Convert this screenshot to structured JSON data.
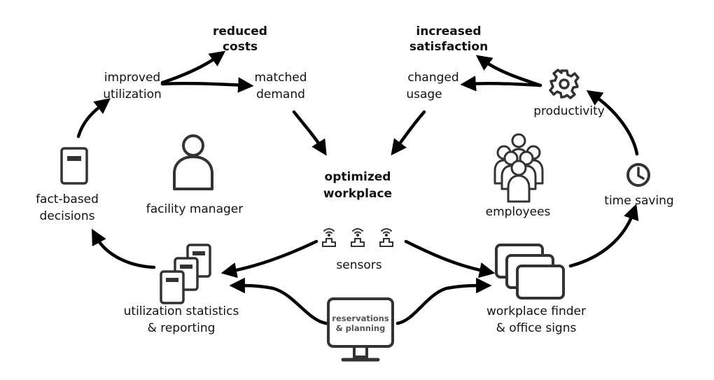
{
  "nodes": {
    "reduced_costs": [
      "reduced",
      "costs"
    ],
    "increased_satisfaction": [
      "increased",
      "satisfaction"
    ],
    "improved_utilization": [
      "improved",
      "utilization"
    ],
    "matched_demand": [
      "matched",
      "demand"
    ],
    "changed_usage": [
      "changed",
      "usage"
    ],
    "productivity": "productivity",
    "fact_based_decisions": [
      "fact-based",
      "decisions"
    ],
    "facility_manager": "facility manager",
    "optimized_workplace": [
      "optimized",
      "workplace"
    ],
    "employees": "employees",
    "time_saving": "time saving",
    "sensors": "sensors",
    "utilization_statistics": [
      "utilization statistics",
      "& reporting"
    ],
    "reservations_planning": [
      "reservations",
      "& planning"
    ],
    "workplace_finder": [
      "workplace finder",
      "& office signs"
    ]
  },
  "icons": {
    "facility_manager": "person-icon",
    "employees": "group-icon",
    "productivity": "gear-icon",
    "time_saving": "clock-icon",
    "sensors": "wireless-sensor-icon",
    "fact_based_decisions": "document-icon",
    "utilization_statistics": "document-stack-icon",
    "reservations_planning": "monitor-icon",
    "workplace_finder": "screens-stack-icon"
  }
}
